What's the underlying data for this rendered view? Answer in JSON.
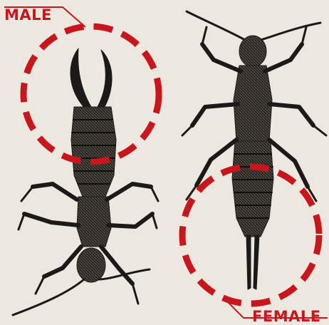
{
  "labels": {
    "male": "MALE",
    "female": "FEMALE"
  },
  "colors": {
    "label_text": "#c8161d",
    "callout_circle": "#c8161d",
    "background": "#ece8df",
    "insect_body": "#1c1a18"
  },
  "figures": [
    {
      "id": "male",
      "subject": "earwig-male",
      "highlight": "forceps-curved"
    },
    {
      "id": "female",
      "subject": "earwig-female",
      "highlight": "forceps-straight"
    }
  ]
}
